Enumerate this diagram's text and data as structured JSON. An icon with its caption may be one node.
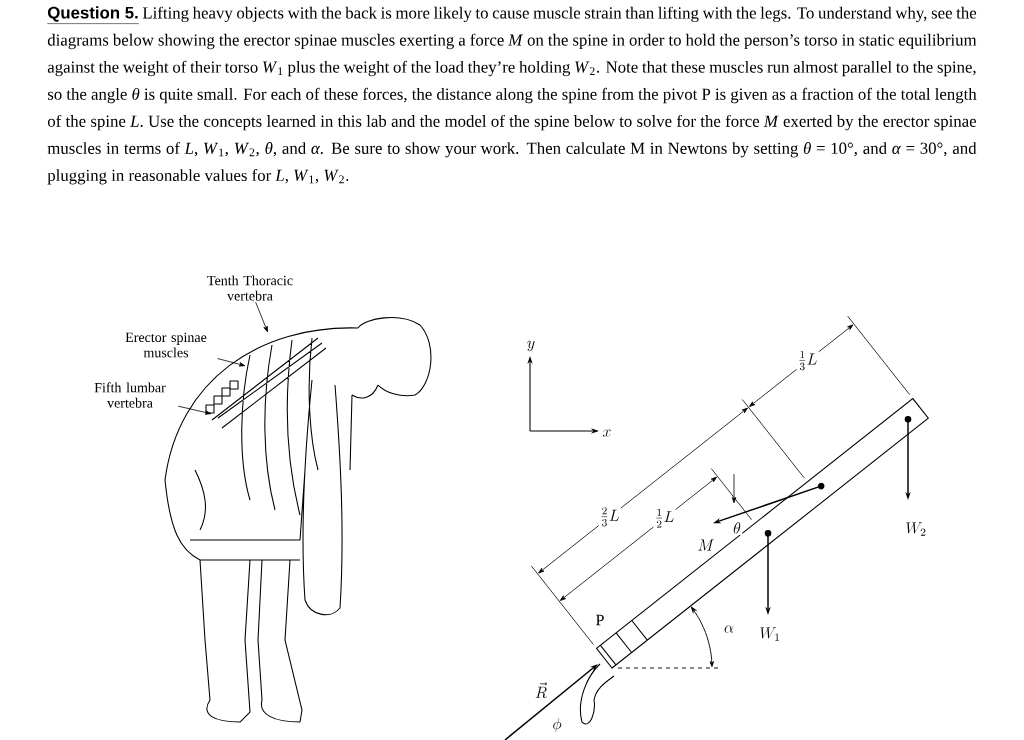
{
  "diagram": {
    "title": "Question 5.",
    "nodes": [
      {
        "text": [
          "Tenth Thoracic vertebra"
        ]
      },
      {
        "text": [
          "Erector spinae muscles"
        ]
      },
      {
        "text": [
          "Fifth lumbar vertebra"
        ]
      }
    ],
    "edges": [
      {
        "from": 0,
        "to": null,
        "arrow": "to"
      },
      {
        "from": 1,
        "to": null,
        "arrow": "to"
      },
      {
        "from": 2,
        "to": null,
        "arrow": "to"
      }
    ],
    "labels": [
      "Lifting heavy objects with the back is more likely to cause muscle strain than lifting with the legs. To understand why, see the diagrams below showing the erector spinae muscles exerting a force *M* on the spine in order to hold the person’s torso in static equilibrium against the weight of their torso *W*$_{1}$ plus the weight of the load they’re holding *W*$_{2}$. Note that these muscles run almost parallel to the spine, so the angle *θ* is quite small. For each of these forces, the distance along the spine from the pivot P is given as a fraction of the total length of the spine *L*. Use the concepts learned in this lab and the model of the spine below to solve for the force *M* exerted by the erector spinae muscles in terms of *L*, *W*$_{1}$, *W*$_{2}$, *θ*, and *α*. Be sure to show your work. Then calculate M in Newtons by setting *θ* = 10°, and *α* = 30°, and plugging in reasonable values for *L*, *W*$_{1}$, *W*$_{2}$.",
      "y",
      "x",
      "\\frac{2}{3}L",
      "\\frac{1}{2}L",
      "\\frac{1}{3}L",
      "M",
      "\\theta",
      "P",
      "\\alpha",
      "W_1",
      "W_2",
      "\\vec{R}",
      "\\phi"
    ]
  }
}
